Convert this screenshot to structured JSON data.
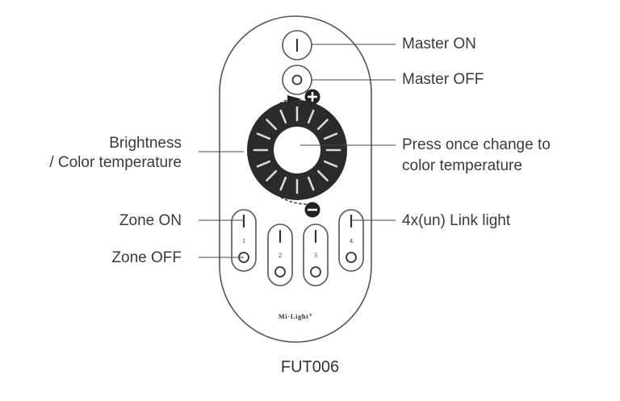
{
  "labels": {
    "master_on": "Master ON",
    "master_off": "Master OFF",
    "brightness_line1": "Brightness",
    "brightness_line2": "/ Color temperature",
    "press_once_line1": "Press once change to",
    "press_once_line2": "color temperature",
    "zone_on": "Zone ON",
    "zone_off": "Zone OFF",
    "link_light": "4x(un) Link light"
  },
  "zones": [
    "1",
    "2",
    "3",
    "4"
  ],
  "brand": "Mi·Light",
  "brand_mark": "®",
  "model": "FUT006",
  "colors": {
    "outline": "#555555",
    "wheel": "#2b2b2b",
    "text": "#3a3a3a"
  },
  "icons": {
    "plus": "plus-icon",
    "minus": "minus-icon"
  }
}
